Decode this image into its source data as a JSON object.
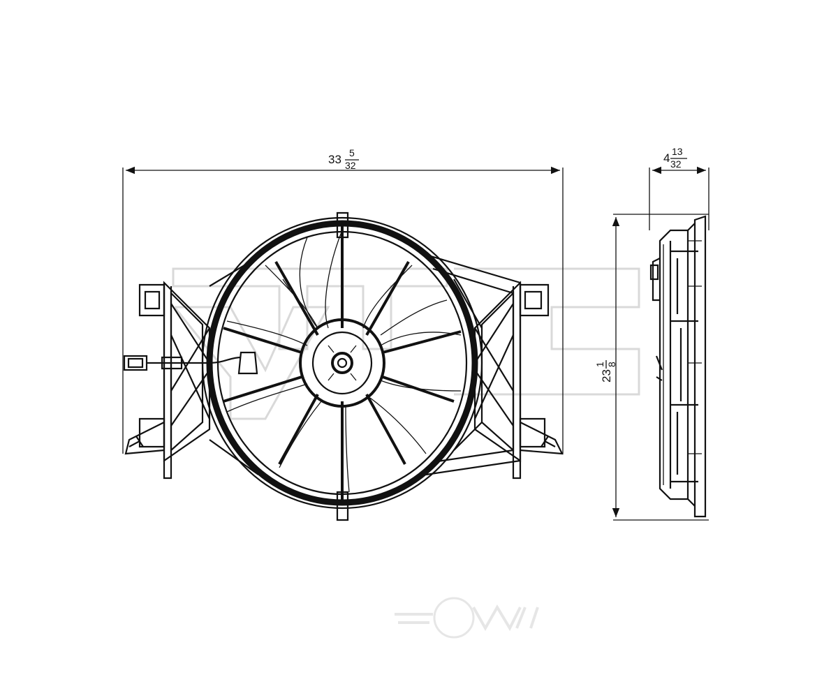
{
  "dimensions": {
    "width": {
      "whole": "33",
      "num": "5",
      "den": "32"
    },
    "height": {
      "whole": "23",
      "num": "1",
      "den": "8"
    },
    "depth": {
      "whole": "4",
      "num": "13",
      "den": "32"
    }
  },
  "colors": {
    "line": "#111111",
    "background": "#ffffff",
    "watermark": "#d9d9d9"
  }
}
